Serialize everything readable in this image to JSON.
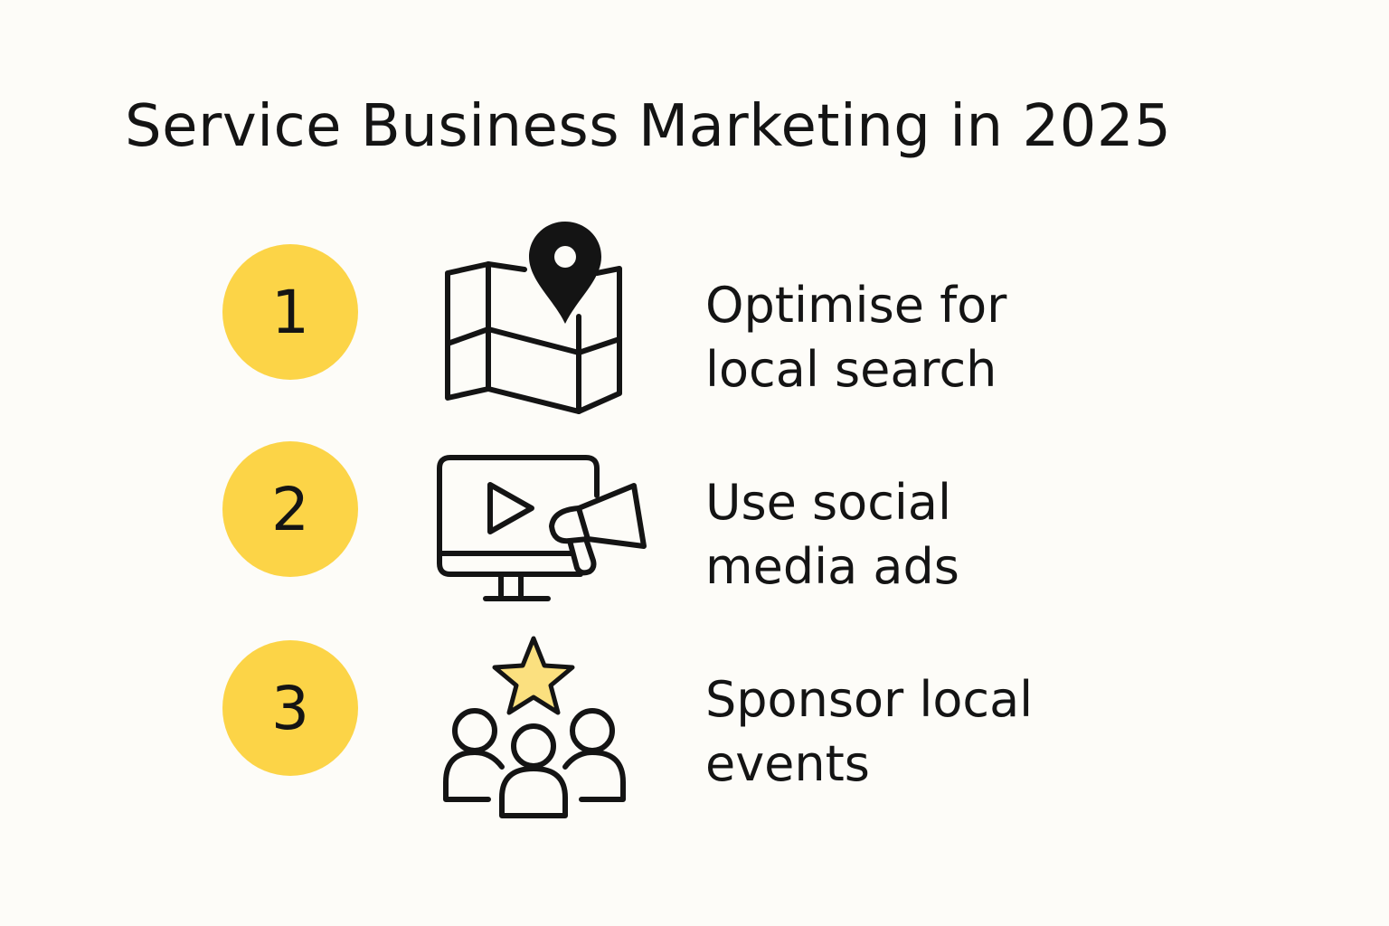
{
  "title": "Service Business Marketing in 2025",
  "colors": {
    "background": "#fdfcf8",
    "circle": "#fcd447",
    "star_fill": "#fbe07f",
    "ink": "#141414"
  },
  "steps": [
    {
      "number": "1",
      "icon": "map-pin-icon",
      "line1": "Optimise for",
      "line2": "local search"
    },
    {
      "number": "2",
      "icon": "monitor-megaphone-icon",
      "line1": "Use social",
      "line2": "media ads"
    },
    {
      "number": "3",
      "icon": "people-star-icon",
      "line1": "Sponsor local",
      "line2": "events"
    }
  ]
}
